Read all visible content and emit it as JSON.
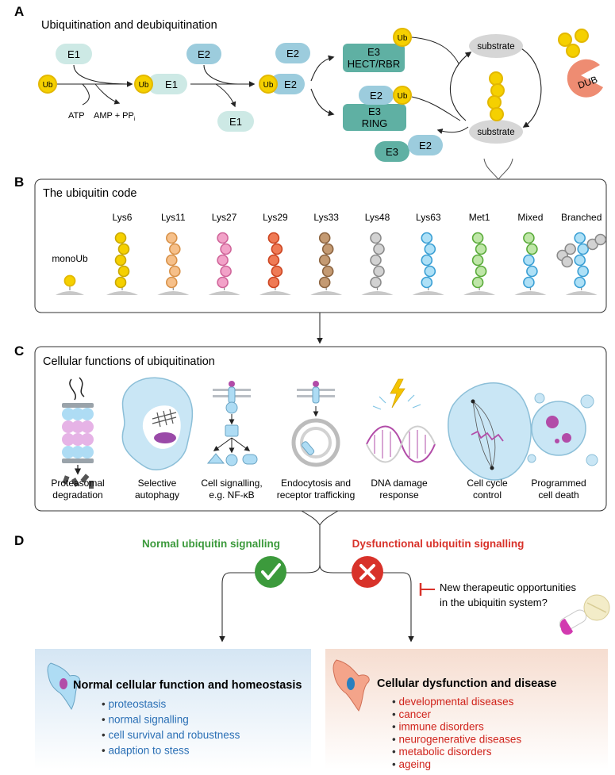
{
  "panels": {
    "a": {
      "letter": "A",
      "title": "Ubiquitination and deubiquitination"
    },
    "b": {
      "letter": "B",
      "title": "The ubiquitin code"
    },
    "c": {
      "letter": "C",
      "title": "Cellular functions of ubiquitination"
    },
    "d": {
      "letter": "D"
    }
  },
  "cascade": {
    "e1": "E1",
    "e2": "E2",
    "e3_hect_top": "E3",
    "e3_hect_bottom": "HECT/RBR",
    "e3_ring_top": "E3",
    "e3_ring_bottom": "RING",
    "e3": "E3",
    "ub": "Ub",
    "atp": "ATP",
    "amp_pp": "AMP + PP",
    "amp_pp_sub": "i",
    "substrate": "substrate",
    "dub": "DUB"
  },
  "chain_types": {
    "mono_label": "monoUb",
    "items": [
      {
        "label": "Lys6",
        "color": "#f5d000",
        "stroke": "#c9a800"
      },
      {
        "label": "Lys11",
        "color": "#f6c08a",
        "stroke": "#d8924a"
      },
      {
        "label": "Lys27",
        "color": "#f2a2c8",
        "stroke": "#d0659a"
      },
      {
        "label": "Lys29",
        "color": "#ef7a55",
        "stroke": "#cc4420"
      },
      {
        "label": "Lys33",
        "color": "#c49a72",
        "stroke": "#8c6440"
      },
      {
        "label": "Lys48",
        "color": "#d2d2d2",
        "stroke": "#8a8a8a"
      },
      {
        "label": "Lys63",
        "color": "#aee0f6",
        "stroke": "#3a9fd4"
      },
      {
        "label": "Met1",
        "color": "#bfe6a8",
        "stroke": "#5aab3a"
      },
      {
        "label": "Mixed",
        "color": "#bfe6a8",
        "stroke": "#5aab3a"
      },
      {
        "label": "Branched",
        "color": "#aee0f6",
        "stroke": "#3a9fd4"
      }
    ]
  },
  "functions": [
    {
      "line1": "Proteasomal",
      "line2": "degradation"
    },
    {
      "line1": "Selective",
      "line2": "autophagy"
    },
    {
      "line1": "Cell signalling,",
      "line2": "e.g. NF-κB"
    },
    {
      "line1": "Endocytosis and",
      "line2": "receptor trafficking"
    },
    {
      "line1": "DNA damage",
      "line2": "response"
    },
    {
      "line1": "Cell cycle",
      "line2": "control"
    },
    {
      "line1": "Programmed",
      "line2": "cell death"
    }
  ],
  "outcomes": {
    "normal_title": "Normal ubiquitin signalling",
    "dys_title": "Dysfunctional ubiquitin signalling",
    "therapy_line1": "New therapeutic opportunities",
    "therapy_line2": "in the ubiquitin system?",
    "normal_box_title": "Normal cellular function and homeostasis",
    "normal_items": [
      "proteostasis",
      "normal signalling",
      "cell survival and robustness",
      "adaption to stess"
    ],
    "disease_box_title": "Cellular dysfunction and disease",
    "disease_items": [
      "developmental diseases",
      "cancer",
      "immune disorders",
      "neurogenerative diseases",
      "metabolic disorders",
      "ageing"
    ]
  },
  "colors": {
    "ub_fill": "#f5d000",
    "ub_stroke": "#e3b800",
    "e1": "#cde9e5",
    "e2": "#9cccdd",
    "e3": "#5fb0a3",
    "green": "#3c9a3c",
    "red": "#d8322a",
    "blue_text": "#2a6fb5",
    "red_text": "#d0241c"
  }
}
